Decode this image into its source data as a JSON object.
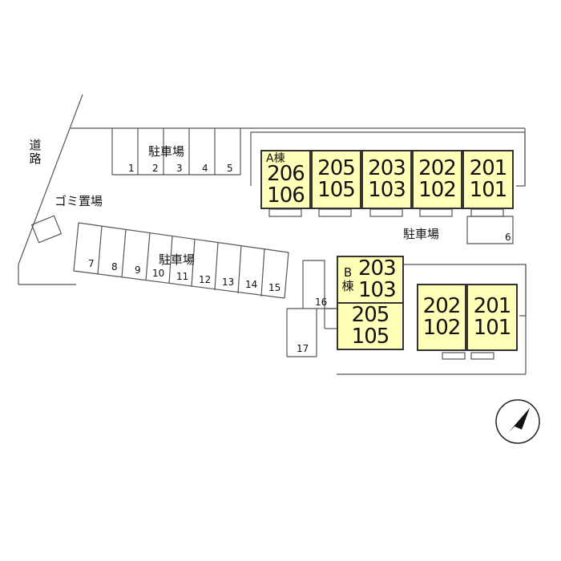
{
  "road_label": [
    "道",
    "路"
  ],
  "garbage_label": "ゴミ置場",
  "parking_label": "駐車場",
  "parking_top": [
    "1",
    "2",
    "3",
    "4",
    "5"
  ],
  "parking_left": [
    "7",
    "8",
    "9",
    "10",
    "11",
    "12",
    "13",
    "14",
    "15"
  ],
  "parking_right": [
    "6",
    "16",
    "17"
  ],
  "building_a": {
    "name": [
      "A",
      "棟"
    ],
    "units": [
      {
        "upper": "206",
        "lower": "106"
      },
      {
        "upper": "205",
        "lower": "105"
      },
      {
        "upper": "203",
        "lower": "103"
      },
      {
        "upper": "202",
        "lower": "102"
      },
      {
        "upper": "201",
        "lower": "101"
      }
    ]
  },
  "building_b": {
    "name": [
      "B",
      "棟"
    ],
    "units": [
      {
        "upper": "203",
        "lower": "103"
      },
      {
        "upper": "205",
        "lower": "105"
      },
      {
        "upper": "202",
        "lower": "102"
      },
      {
        "upper": "201",
        "lower": "101"
      }
    ]
  },
  "colors": {
    "unit_fill": "#ffffb8",
    "line": "#555555"
  },
  "compass_icon": "north-arrow-icon"
}
